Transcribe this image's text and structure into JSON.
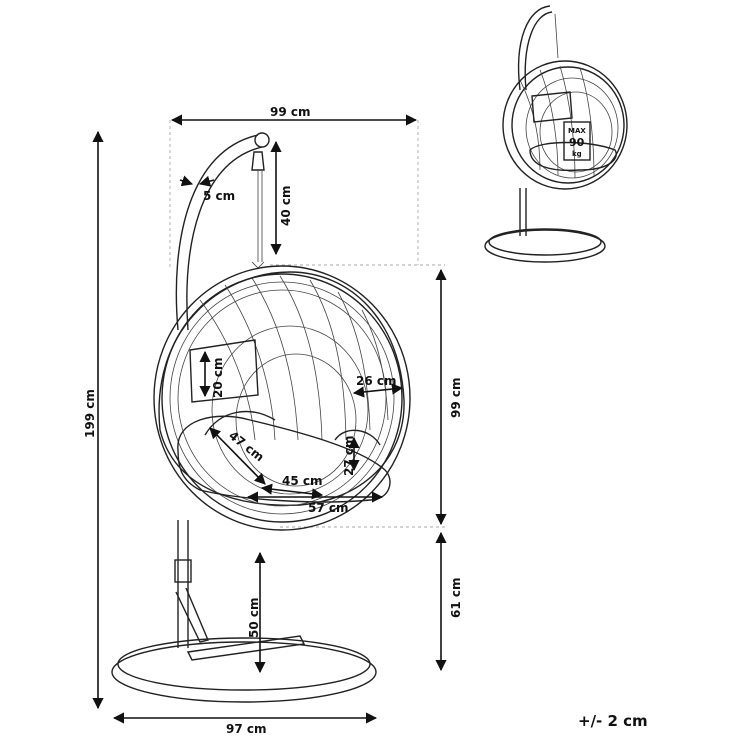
{
  "dimensions": {
    "stand_width": "99 cm",
    "offset": "5 cm",
    "chain_length": "40 cm",
    "total_height": "199 cm",
    "cushion_height": "20 cm",
    "seat_depth": "26 cm",
    "egg_height": "99 cm",
    "diagonal": "47 cm",
    "back_height": "27 cm",
    "seat_inner": "45 cm",
    "seat_width": "57 cm",
    "bottom_clearance": "50 cm",
    "egg_to_floor": "61 cm",
    "base_width": "97 cm"
  },
  "tolerance": "+/- 2 cm",
  "capacity": {
    "line1": "MAX",
    "line2": "90",
    "line3": "kg"
  }
}
